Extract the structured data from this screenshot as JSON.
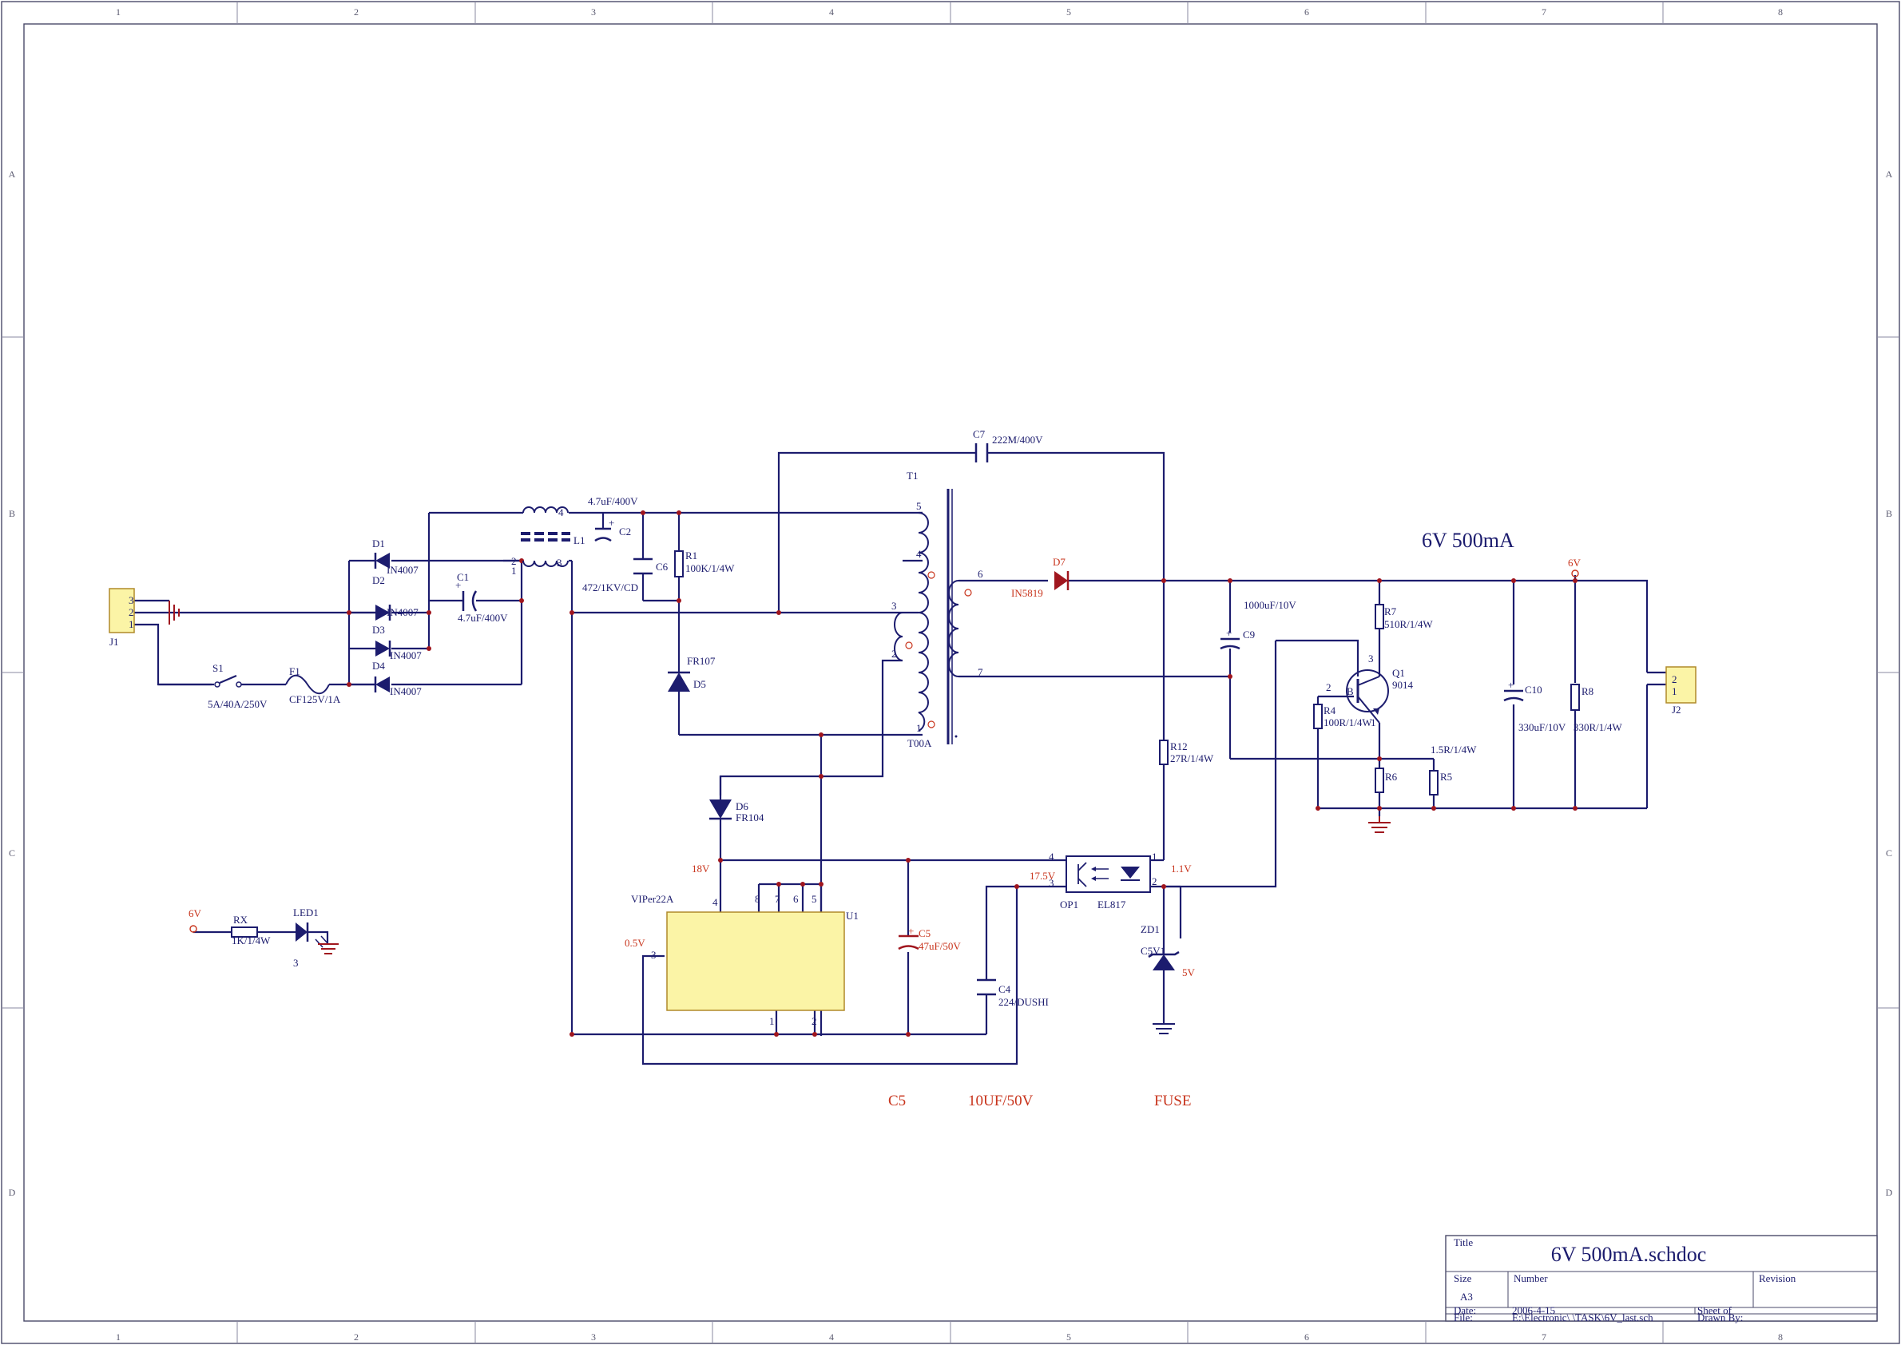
{
  "title_block": {
    "title_label": "Title",
    "title_value": "6V 500mA.schdoc",
    "size_label": "Size",
    "size_value": "A3",
    "number_label": "Number",
    "revision_label": "Revision",
    "date_label": "Date:",
    "date_value": "2006-4-15",
    "sheet_label": "Sheet    of",
    "file_label": "File:",
    "file_value": "E:\\Electronic\\            \\TASK\\6V_last.sch",
    "drawn_by_label": "Drawn By:"
  },
  "zones": {
    "columns": [
      "1",
      "2",
      "3",
      "4",
      "5",
      "6",
      "7",
      "8"
    ],
    "rows": [
      "A",
      "B",
      "C",
      "D"
    ]
  },
  "headline": "6V 500mA",
  "notes": {
    "c5": "C5",
    "c5_value": "10UF/50V",
    "fuse": "FUSE"
  },
  "voltages": {
    "v18": "18V",
    "v175": "17.5V",
    "v11": "1.1V",
    "v05": "0.5V",
    "v6_out": "6V",
    "v6_led": "6V",
    "v5": "5V"
  },
  "components": {
    "J1": {
      "ref": "J1",
      "pins": [
        "3",
        "2",
        "1"
      ]
    },
    "J2": {
      "ref": "J2",
      "pins": [
        "2",
        "1"
      ]
    },
    "S1": {
      "ref": "S1",
      "value": "5A/40A/250V"
    },
    "F1": {
      "ref": "F1",
      "value": "CF125V/1A"
    },
    "D1": {
      "ref": "D1",
      "value": "IN4007"
    },
    "D2": {
      "ref": "D2",
      "value": "IN4007"
    },
    "D3": {
      "ref": "D3",
      "value": "IN4007"
    },
    "D4": {
      "ref": "D4",
      "value": "IN4007"
    },
    "C1": {
      "ref": "C1",
      "value": "4.7uF/400V"
    },
    "L1": {
      "ref": "L1",
      "pins": [
        "4",
        "3",
        "2",
        "1"
      ]
    },
    "C2": {
      "ref": "C2",
      "value": "4.7uF/400V"
    },
    "C6": {
      "ref": "C6",
      "value": "472/1KV/CD"
    },
    "R1": {
      "ref": "R1",
      "value": "100K/1/4W"
    },
    "D5": {
      "ref": "D5",
      "value": "FR107"
    },
    "C7": {
      "ref": "C7",
      "value": "222M/400V"
    },
    "T1": {
      "ref": "T1",
      "type": "T00A",
      "pins": [
        "5",
        "4",
        "3",
        "2",
        "1",
        "6",
        "7"
      ]
    },
    "D7": {
      "ref": "D7",
      "value": "IN5819"
    },
    "D6": {
      "ref": "D6",
      "value": "FR104"
    },
    "U1": {
      "ref": "U1",
      "value": "VIPer22A",
      "pins": [
        "4",
        "8",
        "7",
        "6",
        "5",
        "3",
        "1",
        "2"
      ]
    },
    "C5": {
      "ref": "C5",
      "value": "47uF/50V"
    },
    "C4": {
      "ref": "C4",
      "value": "224/DUSHI"
    },
    "OP1": {
      "ref": "OP1",
      "value": "EL817",
      "pins": [
        "4",
        "3",
        "1",
        "2"
      ]
    },
    "R12": {
      "ref": "R12",
      "value": "27R/1/4W"
    },
    "ZD1": {
      "ref": "ZD1",
      "value": "C5V1"
    },
    "C9": {
      "ref": "C9",
      "value": "1000uF/10V"
    },
    "R7": {
      "ref": "R7",
      "value": "510R/1/4W"
    },
    "Q1": {
      "ref": "Q1",
      "value": "9014",
      "pins": [
        "3",
        "2",
        "1"
      ]
    },
    "R4": {
      "ref": "R4",
      "value": "100R/1/4W"
    },
    "R6": {
      "ref": "R6"
    },
    "R5": {
      "ref": "R5",
      "value": "1.5R/1/4W"
    },
    "C10": {
      "ref": "C10",
      "value": "330uF/10V"
    },
    "R8": {
      "ref": "R8",
      "value": "330R/1/4W"
    },
    "RX": {
      "ref": "RX",
      "value": "1K/1/4W"
    },
    "LED1": {
      "ref": "LED1",
      "pin": "3"
    }
  },
  "colors": {
    "wire": "#1c1c6e",
    "component_fill": "#fbf4a6",
    "junction": "#a0161e",
    "red_text": "#c8341c"
  }
}
